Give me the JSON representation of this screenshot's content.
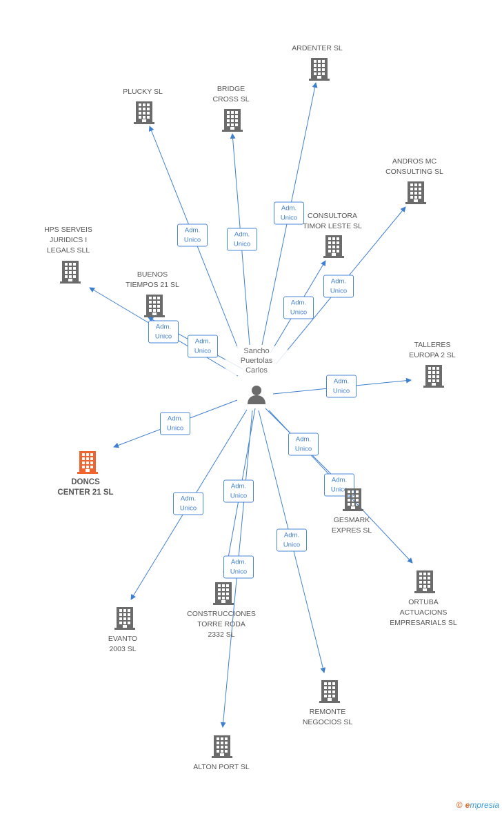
{
  "colors": {
    "edge": "#3f7fd0",
    "company": "#6b6b6b",
    "focus_company": "#f06430",
    "person": "#6b6b6b"
  },
  "person": {
    "name": "Sancho\nPuertolas\nCarlos",
    "icon": "person-icon"
  },
  "companies": [
    {
      "id": "ardenter",
      "label": "ARDENTER SL",
      "focus": false
    },
    {
      "id": "plucky",
      "label": "PLUCKY SL",
      "focus": false
    },
    {
      "id": "bridge",
      "label": "BRIDGE\nCROSS SL",
      "focus": false
    },
    {
      "id": "andros",
      "label": "ANDROS MC\nCONSULTING SL",
      "focus": false
    },
    {
      "id": "consultora",
      "label": "CONSULTORA\nTIMOR LESTE SL",
      "focus": false
    },
    {
      "id": "hps",
      "label": "HPS SERVEIS\nJURIDICS I\nLEGALS SLL",
      "focus": false
    },
    {
      "id": "buenos",
      "label": "BUENOS\nTIEMPOS 21 SL",
      "focus": false
    },
    {
      "id": "talleres",
      "label": "TALLERES\nEUROPA 2 SL",
      "focus": false
    },
    {
      "id": "doncs",
      "label": "DONCS\nCENTER 21 SL",
      "focus": true
    },
    {
      "id": "gesmark",
      "label": "GESMARK\nEXPRES SL",
      "focus": false
    },
    {
      "id": "ortuba",
      "label": "ORTUBA\nACTUACIONS\nEMPRESARIALS SL",
      "focus": false
    },
    {
      "id": "construcciones",
      "label": "CONSTRUCCIONES\nTORRE RODA\n2332 SL",
      "focus": false
    },
    {
      "id": "evanto",
      "label": "EVANTO\n2003 SL",
      "focus": false
    },
    {
      "id": "remonte",
      "label": "REMONTE\nNEGOCIOS SL",
      "focus": false
    },
    {
      "id": "alton",
      "label": "ALTON PORT SL",
      "focus": false
    }
  ],
  "edges": [
    {
      "to": "ardenter",
      "label": "Adm.\nUnico"
    },
    {
      "to": "plucky",
      "label": "Adm.\nUnico"
    },
    {
      "to": "bridge",
      "label": "Adm.\nUnico"
    },
    {
      "to": "andros",
      "label": "Adm.\nUnico"
    },
    {
      "to": "consultora",
      "label": "Adm.\nUnico"
    },
    {
      "to": "hps",
      "label": "Adm.\nUnico"
    },
    {
      "to": "buenos",
      "label": "Adm.\nUnico"
    },
    {
      "to": "talleres",
      "label": "Adm.\nUnico"
    },
    {
      "to": "doncs",
      "label": "Adm.\nUnico"
    },
    {
      "to": "gesmark",
      "label": "Adm.\nUnico"
    },
    {
      "to": "ortuba",
      "label": "Adm.\nUnico"
    },
    {
      "to": "construcciones",
      "label": "Adm.\nUnico"
    },
    {
      "to": "evanto",
      "label": "Adm.\nUnico"
    },
    {
      "to": "remonte",
      "label": "Adm.\nUnico"
    },
    {
      "to": "alton",
      "label": "Adm.\nUnico"
    }
  ],
  "footer": {
    "copyright": "©",
    "brand_initial": "e",
    "brand_rest": "mpresia"
  }
}
